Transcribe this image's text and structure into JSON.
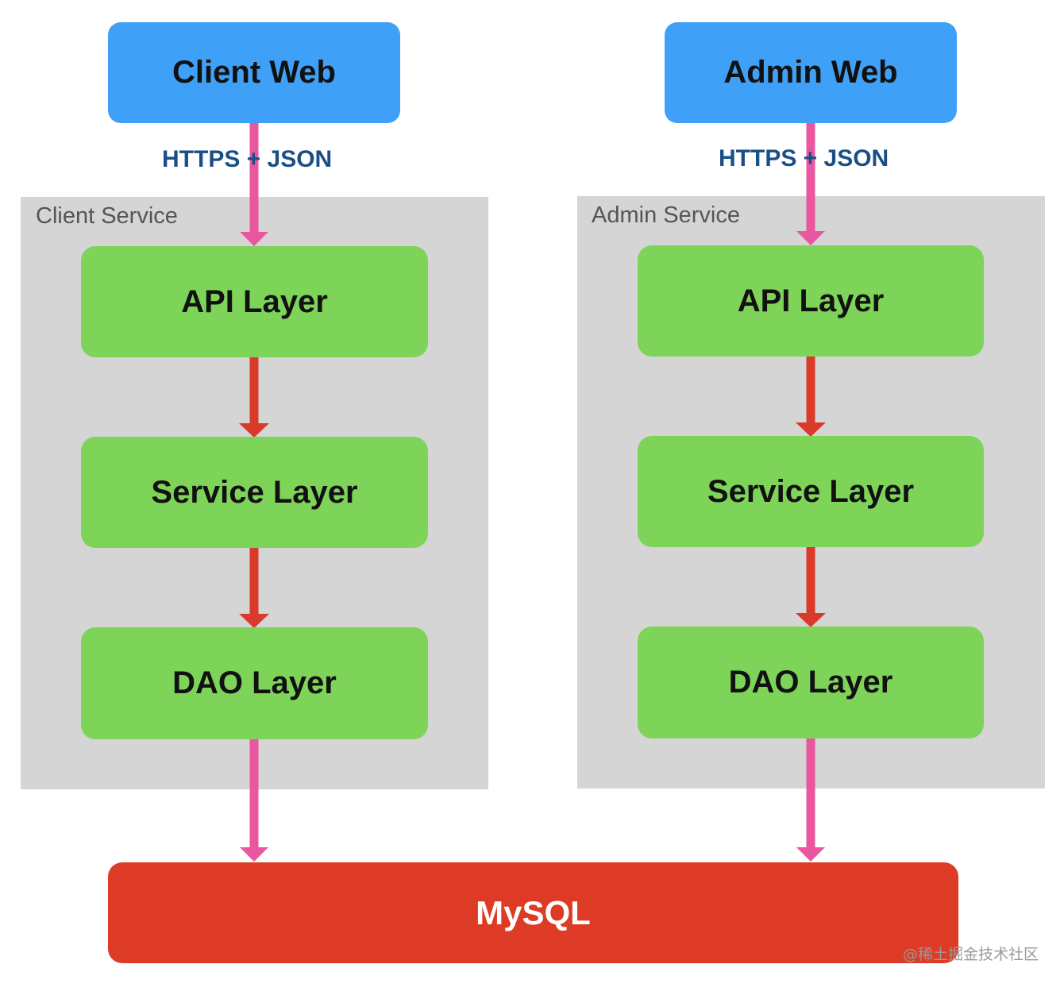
{
  "client": {
    "web_label": "Client Web",
    "protocol_label": "HTTPS + JSON",
    "service_label": "Client Service",
    "layers": [
      "API Layer",
      "Service Layer",
      "DAO Layer"
    ]
  },
  "admin": {
    "web_label": "Admin Web",
    "protocol_label": "HTTPS + JSON",
    "service_label": "Admin Service",
    "layers": [
      "API Layer",
      "Service Layer",
      "DAO Layer"
    ]
  },
  "database": {
    "label": "MySQL"
  },
  "watermark": "@稀土掘金技术社区",
  "colors": {
    "web": "#3fa0f7",
    "layer": "#7ed458",
    "database": "#dd3b25",
    "service_panel": "#d5d5d5",
    "external_arrow": "#e8579f",
    "internal_arrow": "#d93a2a",
    "protocol_text": "#1a4f86"
  }
}
